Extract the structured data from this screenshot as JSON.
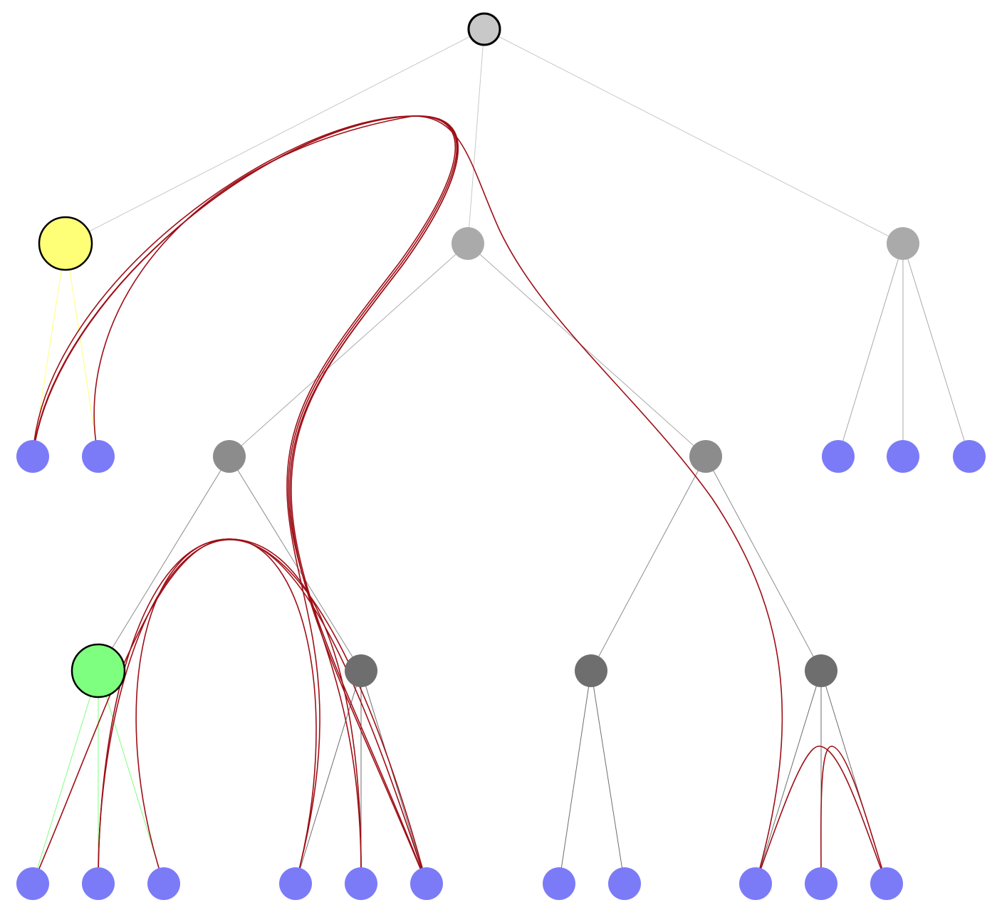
{
  "diagram": {
    "type": "tree-with-bundled-edges",
    "colors": {
      "root": "#c8c8c8",
      "level1": "#aaaaaa",
      "level2": "#8c8c8c",
      "level3": "#6e6e6e",
      "leaf": "#7b7bf8",
      "highlight_yellow": "#ffff77",
      "highlight_green": "#7fff7f",
      "bundle_edge": "#9e0f17"
    },
    "node_counts": {
      "root": 1,
      "level1": 3,
      "level2": 7,
      "level3": 4,
      "leaves_level4": 11
    }
  }
}
